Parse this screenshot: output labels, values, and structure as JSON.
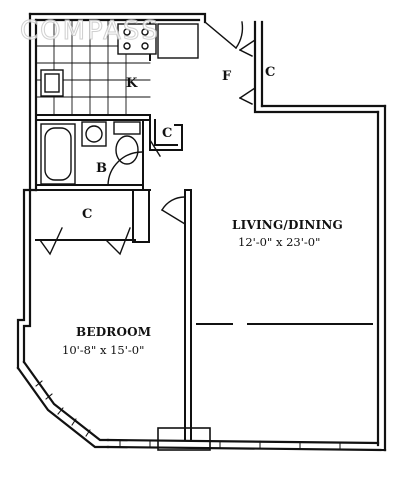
{
  "watermark": "COMPASS",
  "rooms": {
    "kitchen": {
      "label": "K"
    },
    "foyer": {
      "label": "F"
    },
    "foyer_closet": {
      "label": "C"
    },
    "hall_closet": {
      "label": "C"
    },
    "bath": {
      "label": "B"
    },
    "bedroom_closet": {
      "label": "C"
    },
    "living": {
      "name": "LIVING/DINING",
      "dims": "12'-0\" x 23'-0\""
    },
    "bedroom": {
      "name": "BEDROOM",
      "dims": "10'-8\" x 15'-0\""
    }
  },
  "colors": {
    "wall": "#111111",
    "background": "#ffffff",
    "watermark": "#c9c9c9"
  }
}
